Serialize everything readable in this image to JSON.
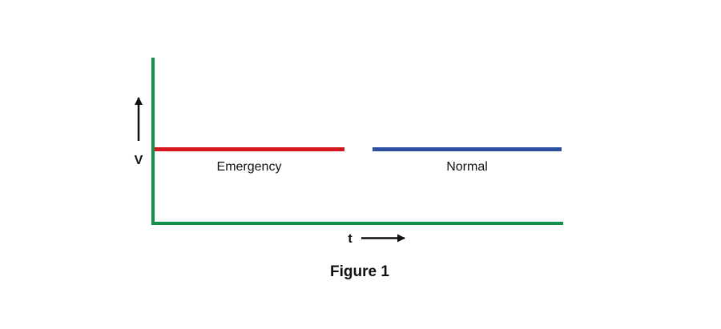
{
  "axes": {
    "y_label": "V",
    "x_label": "t",
    "axis_color": "#13914a",
    "arrow_color": "#111111"
  },
  "segments": [
    {
      "label": "Emergency",
      "color": "#d4151c",
      "order": 1
    },
    {
      "label": "Normal",
      "color": "#2c4fa3",
      "order": 2
    }
  ],
  "caption": "Figure 1"
}
